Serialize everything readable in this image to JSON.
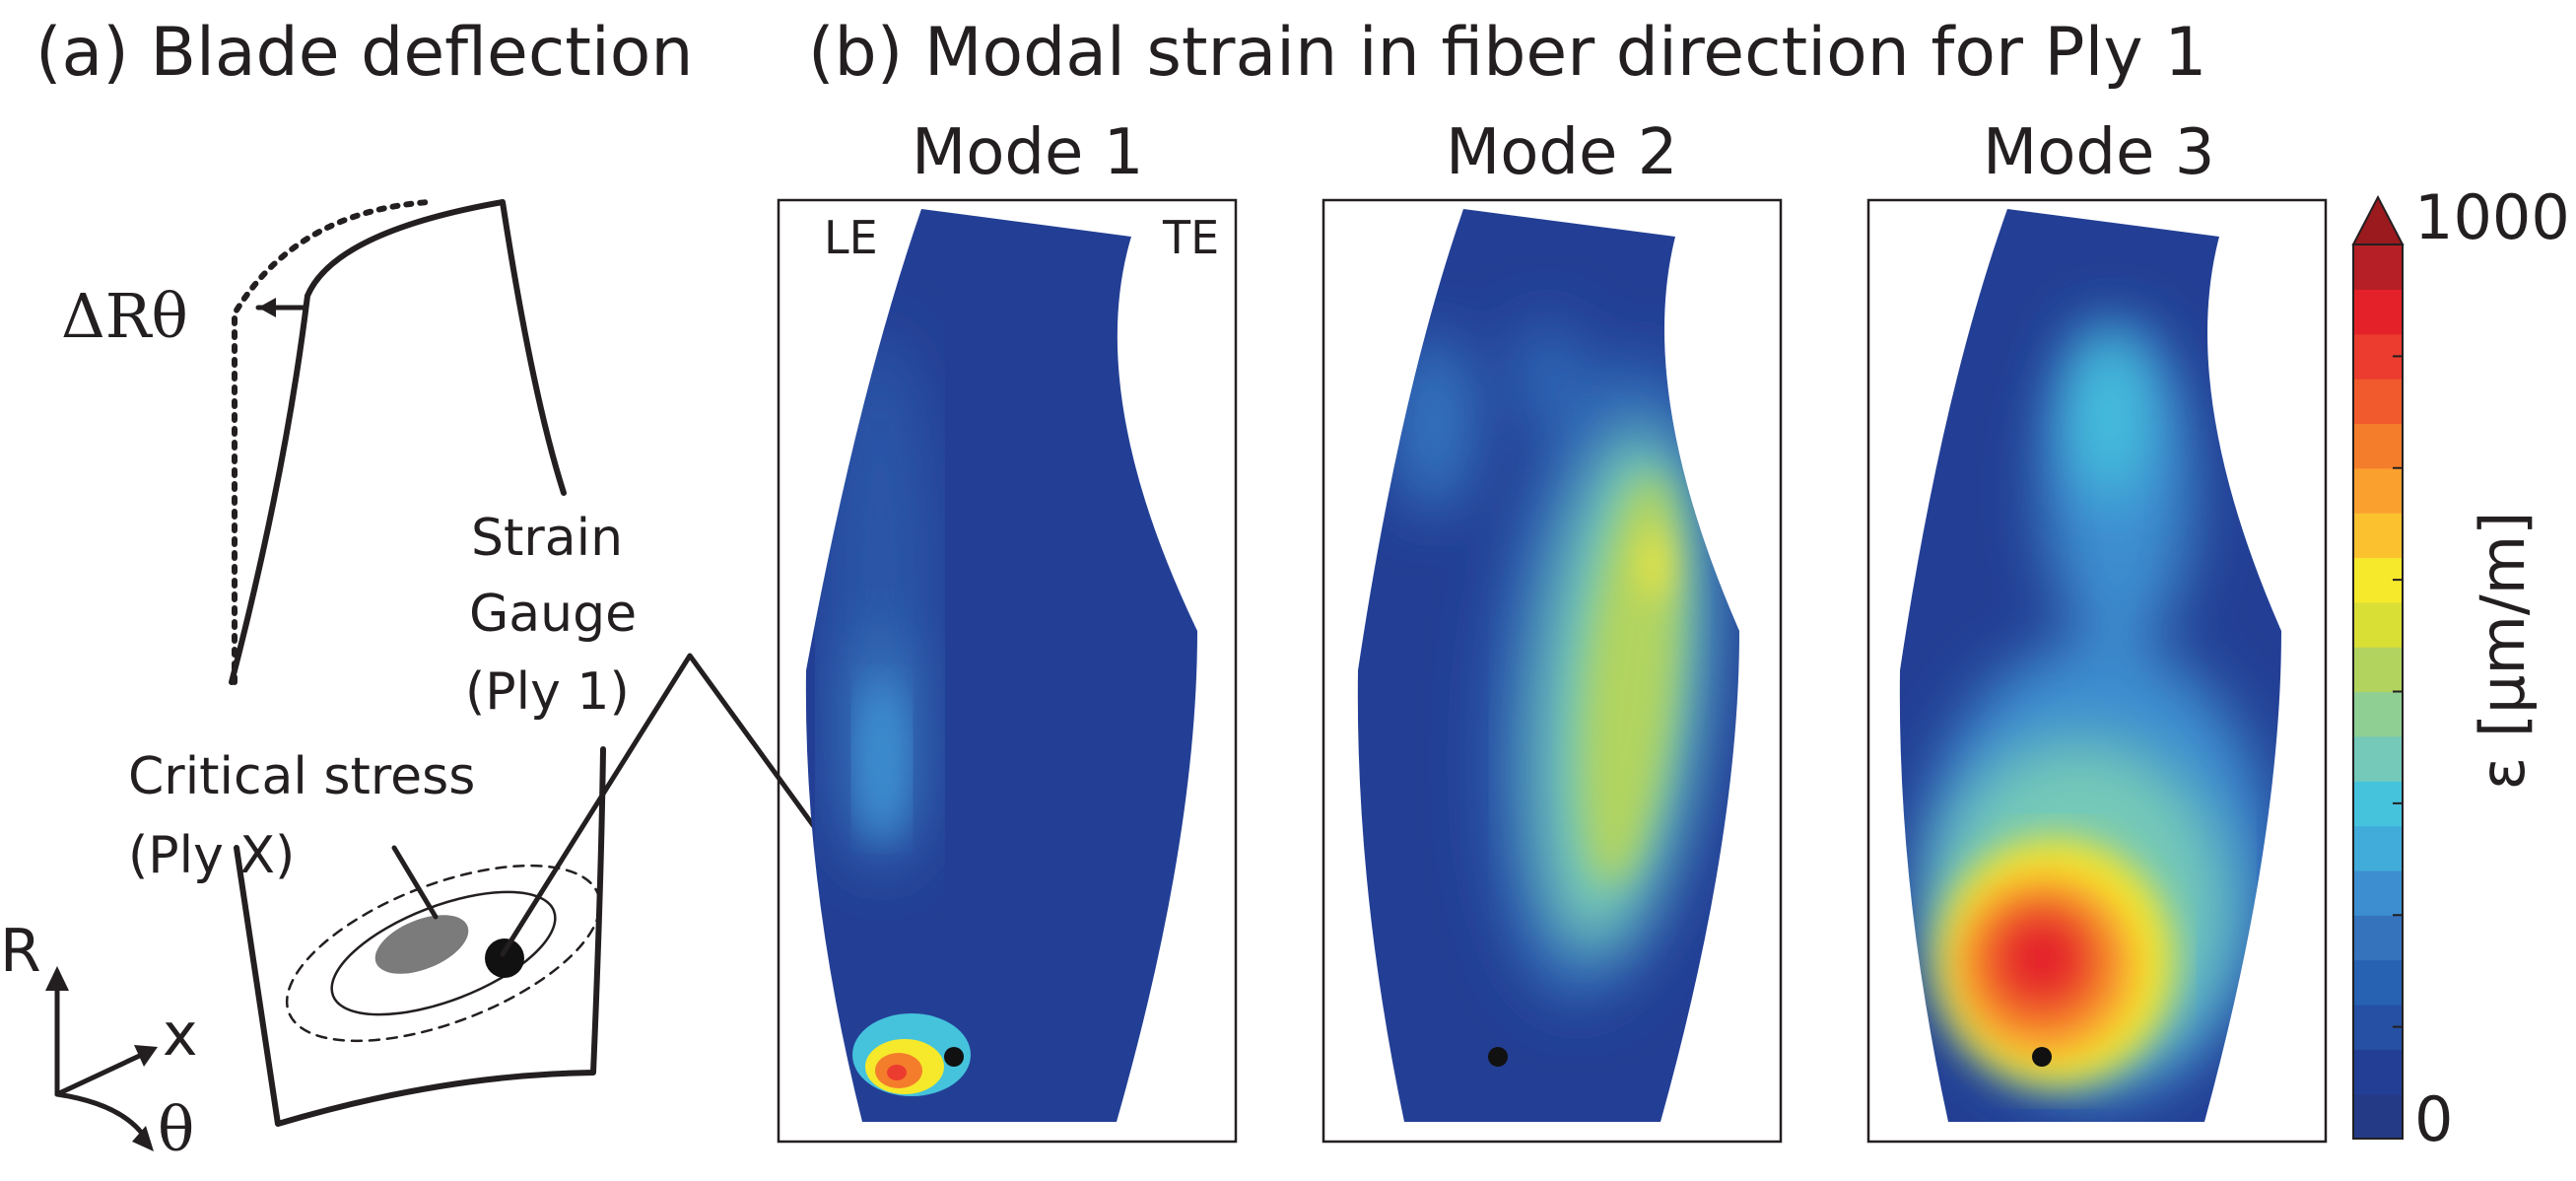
{
  "panel_a": {
    "title": "(a) Blade deflection",
    "delta_label": "ΔRθ",
    "gauge_lines": [
      "Strain",
      "Gauge",
      "(Ply 1)"
    ],
    "critical_lines": [
      "Critical stress",
      "(Ply X)"
    ],
    "axes": {
      "r": "R",
      "x": "x",
      "theta": "θ"
    }
  },
  "panel_b": {
    "title": "(b) Modal strain in fiber direction for Ply 1",
    "modes": [
      "Mode 1",
      "Mode 2",
      "Mode 3"
    ],
    "le_label": "LE",
    "te_label": "TE"
  },
  "colorbar": {
    "max_label": "1000",
    "min_label": "0",
    "axis_label": "ε [µm/m]",
    "min_value": 0,
    "max_value": 1000,
    "levels": 16,
    "colors": [
      "#243a86",
      "#233f95",
      "#2550a4",
      "#2661b2",
      "#3574bd",
      "#3c8ed0",
      "#41acd9",
      "#45c3dd",
      "#74c9b8",
      "#8fcf94",
      "#b2d45f",
      "#d9df34",
      "#f6e92b",
      "#fbc12f",
      "#f9a02f",
      "#f47d2c",
      "#f05a2c",
      "#ec3b2f",
      "#e42129",
      "#b51f25"
    ]
  }
}
